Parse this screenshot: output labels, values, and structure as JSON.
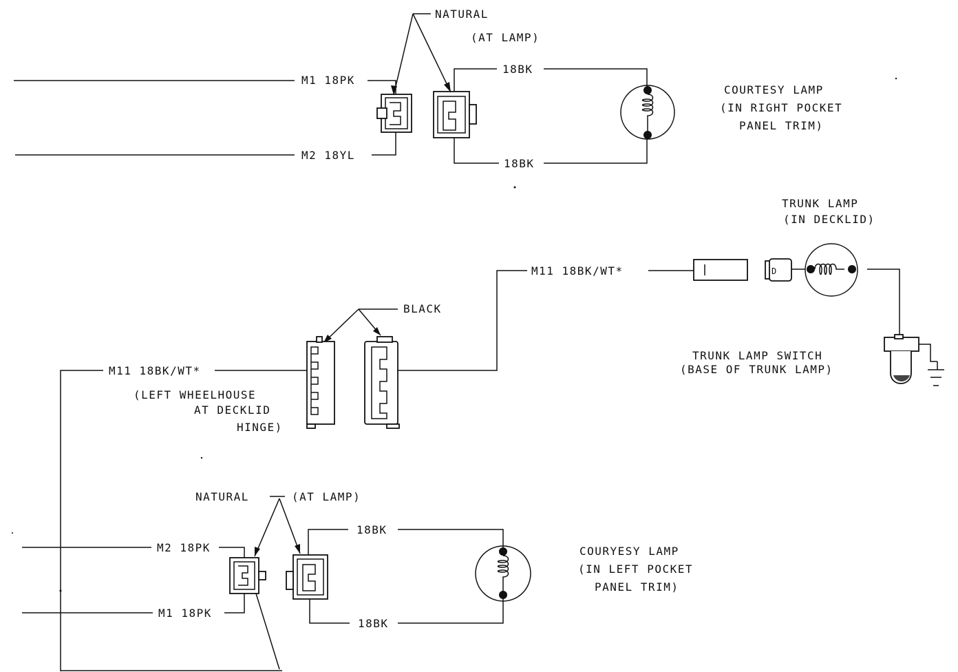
{
  "top": {
    "connector_color": "NATURAL",
    "connector_location": "(AT LAMP)",
    "wire_m1": "M1 18PK",
    "wire_m2": "M2 18YL",
    "ground_upper": "18BK",
    "ground_lower": "18BK",
    "lamp_name": "COURTESY LAMP",
    "lamp_loc_1": "(IN RIGHT POCKET",
    "lamp_loc_2": "PANEL TRIM)"
  },
  "trunk": {
    "lamp_name": "TRUNK LAMP",
    "lamp_loc": "(IN DECKLID)",
    "wire": "M11 18BK/WT*",
    "switch_name": "TRUNK LAMP SWITCH",
    "switch_loc": "(BASE OF TRUNK LAMP)"
  },
  "middle": {
    "connector_color": "BLACK",
    "wire": "M11 18BK/WT*",
    "loc_1": "(LEFT WHEELHOUSE",
    "loc_2": "AT DECKLID",
    "loc_3": "HINGE)"
  },
  "bottom": {
    "connector_color": "NATURAL",
    "connector_location": "(AT LAMP)",
    "wire_m2": "M2 18PK",
    "wire_m1": "M1 18PK",
    "ground_upper": "18BK",
    "ground_lower": "18BK",
    "lamp_name": "COURYESY LAMP",
    "lamp_loc_1": "(IN LEFT POCKET",
    "lamp_loc_2": "PANEL TRIM)"
  }
}
